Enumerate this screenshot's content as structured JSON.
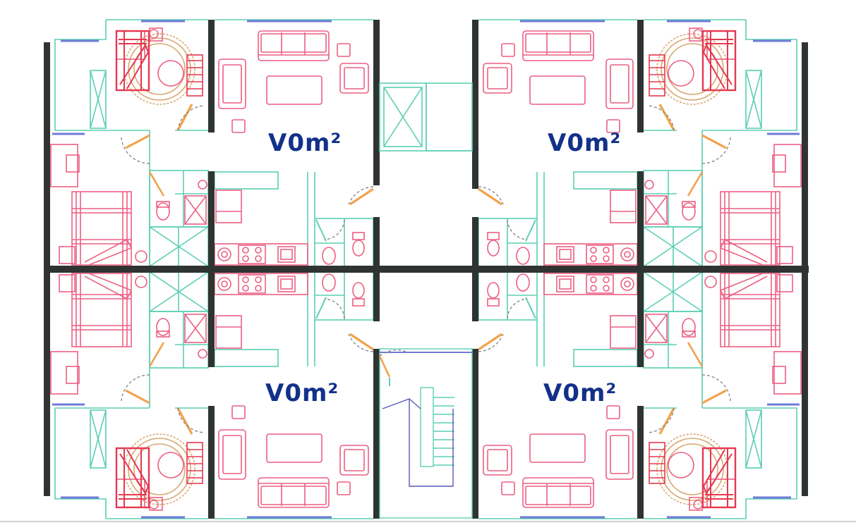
{
  "plan": {
    "units": [
      {
        "id": "top-left",
        "area_label": "V0m²"
      },
      {
        "id": "top-right",
        "area_label": "V0m²"
      },
      {
        "id": "bottom-left",
        "area_label": "V0m²"
      },
      {
        "id": "bottom-right",
        "area_label": "V0m²"
      }
    ]
  },
  "colors": {
    "wall": "#2f3432",
    "partition": "#5ccfb3",
    "furniture": "#ec5f83",
    "bed": "#e5384f",
    "rug": "#d9a871",
    "door_leaf": "#f2a24b",
    "door_swing": "#8a8a8a",
    "window": "#6f7bd8",
    "label": "#12318a",
    "stair": "#5b59b6"
  }
}
